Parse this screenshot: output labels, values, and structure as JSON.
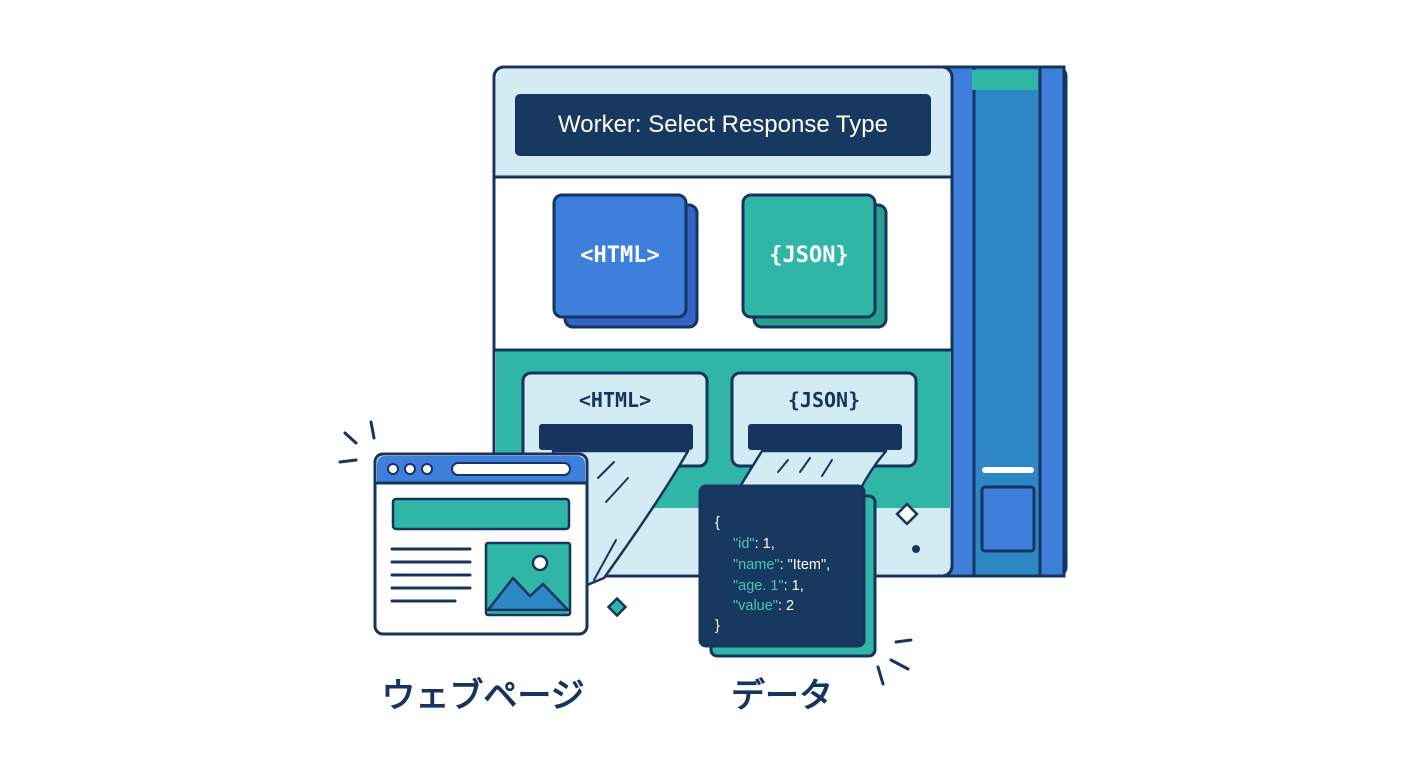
{
  "panel": {
    "title": "Worker: Select Response Type"
  },
  "buttons": {
    "html_label": "<HTML>",
    "json_label": "{JSON}"
  },
  "slots": {
    "html_label": "<HTML>",
    "json_label": "{JSON}"
  },
  "json_card": {
    "open": "{",
    "lines": [
      {
        "key": "\"id\"",
        "rest": ": 1,"
      },
      {
        "key": "\"name\"",
        "rest": ": \"Item\","
      },
      {
        "key": "\"age. 1\"",
        "rest": ": 1,"
      },
      {
        "key": "\"value\"",
        "rest": ": 2"
      }
    ],
    "close": "}"
  },
  "captions": {
    "webpage": "ウェブページ",
    "data": "データ"
  },
  "colors": {
    "navy": "#16345f",
    "blue": "#3f7fdc",
    "teal": "#2fb6a7",
    "light_blue": "#d3ebf3",
    "panel_title_bg": "#17385f"
  }
}
